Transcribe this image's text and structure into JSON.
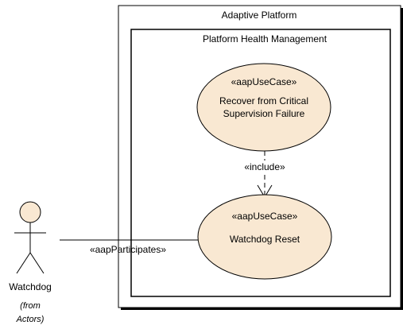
{
  "diagram": {
    "outer_boundary": {
      "title": "Adaptive Platform"
    },
    "inner_boundary": {
      "title": "Platform Health Management"
    },
    "use_case_recover": {
      "stereotype": "«aapUseCase»",
      "line1": "Recover from Critical",
      "line2": "Supervision Failure"
    },
    "use_case_watchdog": {
      "stereotype": "«aapUseCase»",
      "name": "Watchdog Reset"
    },
    "include_relation": {
      "label": "«include»"
    },
    "participates_relation": {
      "label": "«aapParticipates»"
    },
    "actor": {
      "name": "Watchdog",
      "origin_line1": "(from",
      "origin_line2": "Actors)"
    },
    "colors": {
      "use_case_fill": "#F9E8D2",
      "actor_fill": "#F9E8D2",
      "stroke": "#000000",
      "boundary_fill": "#FFFFFF"
    }
  }
}
